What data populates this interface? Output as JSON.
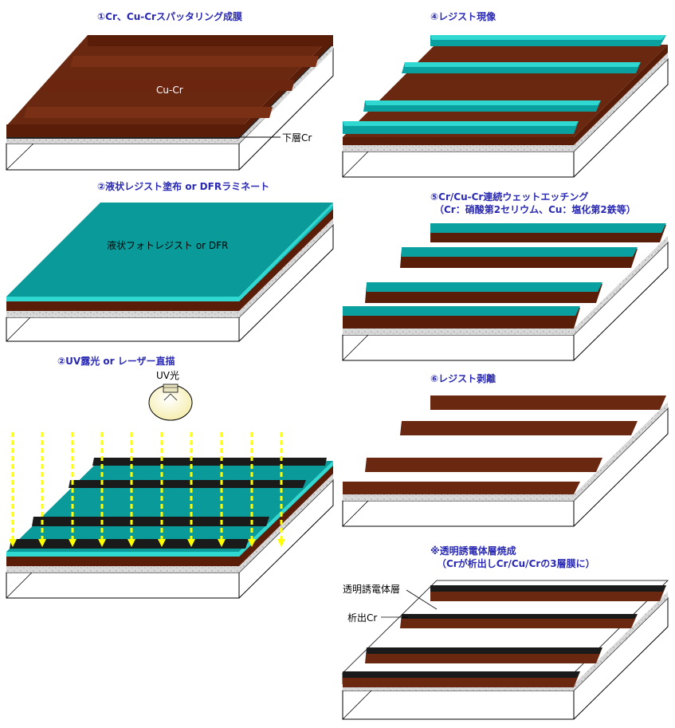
{
  "panels": {
    "p1": {
      "title": "①Cr、Cu-Crスパッタリング成膜",
      "label_main": "Cu-Cr",
      "label_under": "下層Cr"
    },
    "p2": {
      "title": "②液状レジスト塗布 or DFRラミネート",
      "label_main": "液状フォトレジスト or DFR"
    },
    "p3": {
      "title": "②UV露光 or レーザー直描",
      "label_light": "UV光"
    },
    "p4": {
      "title": "④レジスト現像"
    },
    "p5": {
      "title": "⑤Cr/Cu-Cr連続ウェットエッチング",
      "subtitle": "（Cr：硝酸第2セリウム、Cu：塩化第2鉄等）"
    },
    "p6": {
      "title": "⑥レジスト剥離"
    },
    "p7": {
      "title": "※透明誘電体層焼成",
      "subtitle": "（Crが析出しCr/Cu/Crの3層膜に）",
      "label_dielectric": "透明誘電体層",
      "label_cr": "析出Cr"
    }
  },
  "colors": {
    "title_blue": "#2a2ab4",
    "copper": "#5a1e08",
    "copper_light": "#8a3a1a",
    "resist": "#0aa0a0",
    "resist_light": "#27d5d0",
    "dark_strip": "#1a1a1a",
    "uv_arrow": "#ffff00",
    "bulb": "#fff8c8"
  }
}
